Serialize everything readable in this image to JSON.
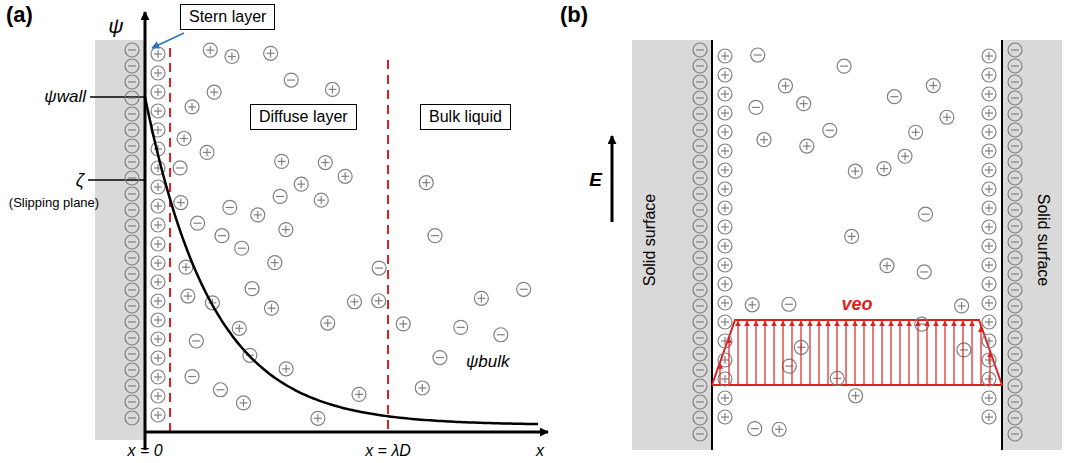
{
  "diagram": {
    "nodes": [
      {
        "text": [
          "Stern layer"
        ]
      },
      {
        "text": [
          "Diffuse layer"
        ]
      },
      {
        "text": [
          "Bulk liquid"
        ]
      },
      {
        "text": [
          "Solid surface"
        ]
      },
      {
        "text": [
          "Solid surface"
        ]
      }
    ],
    "labels": [
      "(a)",
      "ψ",
      "ψwall",
      "ζ",
      "(Slipping plane)",
      "ψbulk",
      "x = 0",
      "x = λD",
      "x",
      "(b)",
      "E",
      "veo"
    ]
  }
}
